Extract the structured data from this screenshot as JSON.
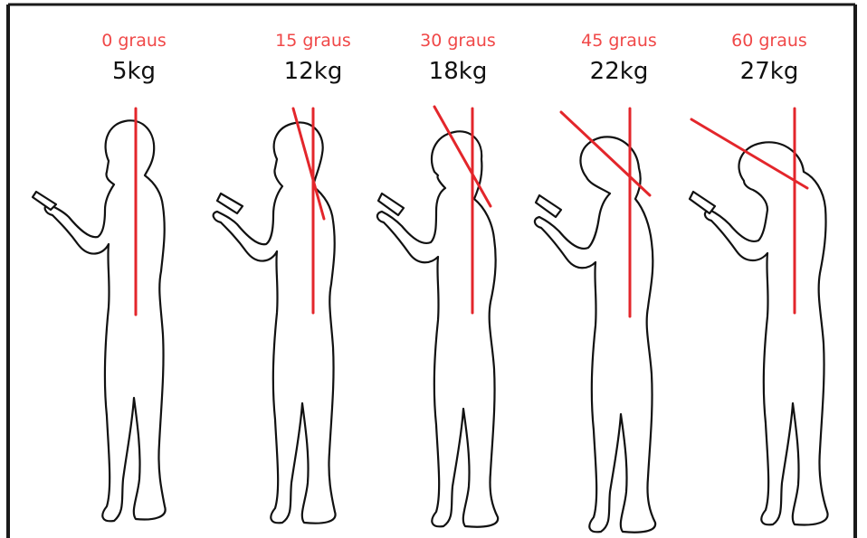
{
  "colors": {
    "label": "#f04848",
    "line": "#e3262b",
    "ink": "#111111",
    "frame": "#1a1a1a"
  },
  "figures": [
    {
      "angle_label": "0 graus",
      "weight_label": "5kg",
      "tilt_deg": 0
    },
    {
      "angle_label": "15 graus",
      "weight_label": "12kg",
      "tilt_deg": 15
    },
    {
      "angle_label": "30 graus",
      "weight_label": "18kg",
      "tilt_deg": 30
    },
    {
      "angle_label": "45 graus",
      "weight_label": "22kg",
      "tilt_deg": 45
    },
    {
      "angle_label": "60 graus",
      "weight_label": "27kg",
      "tilt_deg": 60
    }
  ]
}
